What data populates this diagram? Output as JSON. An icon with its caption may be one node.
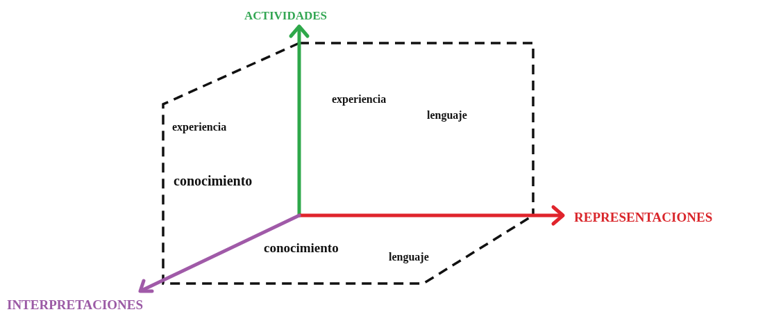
{
  "diagram": {
    "labels": [
      "ACTIVIDADES",
      "experiencia",
      "lenguaje",
      "experiencia",
      "conocimiento",
      "REPRESENTACIONES",
      "conocimiento",
      "lenguaje",
      "INTERPRETACIONES"
    ]
  }
}
